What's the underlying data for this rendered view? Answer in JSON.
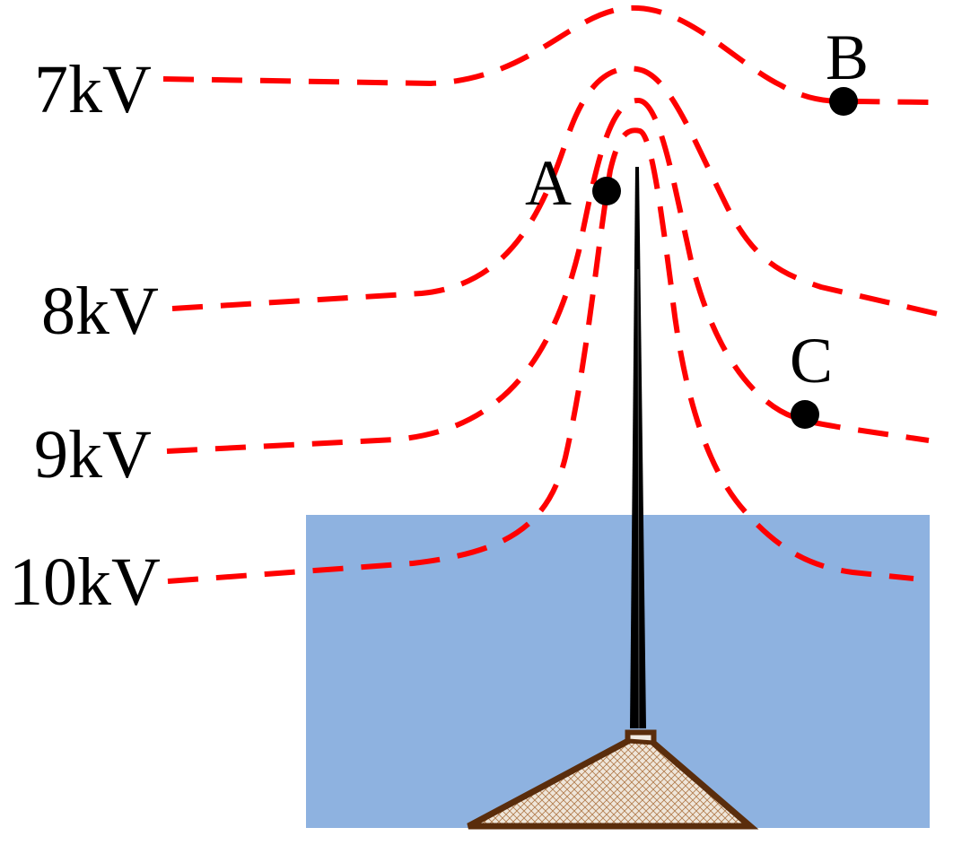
{
  "diagram": {
    "equipotential_labels": [
      {
        "id": "7kv",
        "text": "7kV"
      },
      {
        "id": "8kv",
        "text": "8kV"
      },
      {
        "id": "9kv",
        "text": "9kV"
      },
      {
        "id": "10kv",
        "text": "10kV"
      }
    ],
    "points": [
      {
        "id": "a",
        "text": "A"
      },
      {
        "id": "b",
        "text": "B"
      },
      {
        "id": "c",
        "text": "C"
      }
    ],
    "colors": {
      "equipotential_line": "#ff0000",
      "water": "#8eb2e0",
      "rod": "#000000",
      "base_outline": "#5a2d0c",
      "base_fill": "#e8ddd0"
    }
  }
}
